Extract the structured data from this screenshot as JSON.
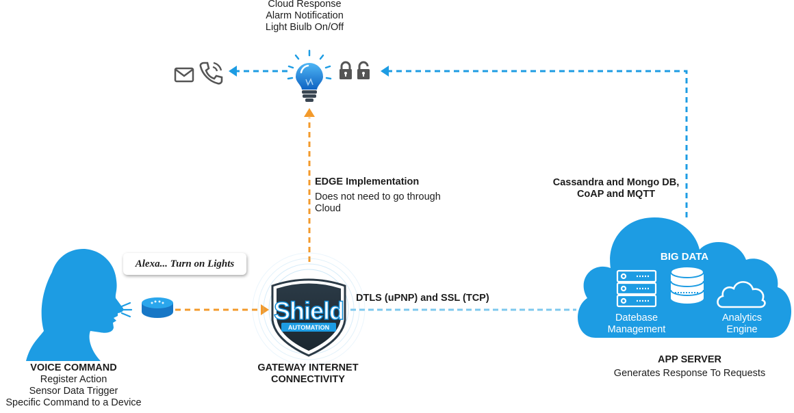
{
  "top_labels": [
    "Cloud Response",
    "Alarm Notification",
    "Light Biulb On/Off"
  ],
  "edge": {
    "title": "EDGE Implementation",
    "line1": "Does not need to go through",
    "line2": "Cloud"
  },
  "database_label": {
    "line1": "Cassandra and Mongo DB,",
    "line2": "CoAP and MQTT"
  },
  "protocol_label": "DTLS (uPNP) and SSL (TCP)",
  "speech_bubble": "Alexa... Turn on Lights",
  "voice": {
    "title": "VOICE COMMAND",
    "items": [
      "Register Action",
      "Sensor Data Trigger",
      "Specific Command to a Device"
    ]
  },
  "gateway": {
    "line1": "GATEWAY INTERNET",
    "line2": "CONNECTIVITY"
  },
  "shield_logo": {
    "name": "Shield",
    "sub": "AUTOMATION"
  },
  "cloud": {
    "title": "BIG DATA",
    "db_line1": "Datebase",
    "db_line2": "Management",
    "an_line1": "Analytics",
    "an_line2": "Engine"
  },
  "app_server": {
    "title": "APP SERVER",
    "subtitle": "Generates Response To Requests"
  },
  "colors": {
    "blue": "#1d9ce3",
    "orange": "#f39a2b",
    "light_blue": "#7ec8ee",
    "dark": "#3a4652",
    "icon_grey": "#555555",
    "bulb_top": "#3aa7ef",
    "bulb_bottom": "#1069c8"
  },
  "icons": [
    "mail-icon",
    "phone-icon",
    "lightbulb-icon",
    "lock-closed-icon",
    "lock-open-icon",
    "person-head-icon",
    "smart-speaker-icon",
    "shield-logo-icon",
    "server-rack-icon",
    "database-icon",
    "cloud-icon"
  ]
}
